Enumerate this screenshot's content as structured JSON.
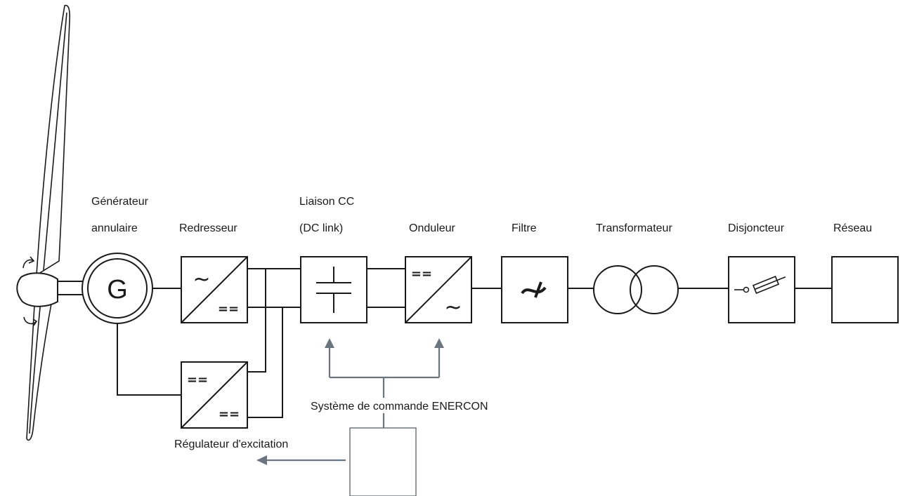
{
  "labels": {
    "generator_line1": "Générateur",
    "generator_line2": "annulaire",
    "generator_symbol": "G",
    "rectifier": "Redresseur",
    "dc_link_line1": "Liaison CC",
    "dc_link_line2": "(DC link)",
    "inverter": "Onduleur",
    "filter": "Filtre",
    "transformer": "Transformateur",
    "breaker": "Disjoncteur",
    "grid": "Réseau",
    "control_system": "Système de commande ENERCON",
    "excitation": "Régulateur d'excitation"
  },
  "symbols": {
    "ac": "~",
    "dc": "=="
  },
  "colors": {
    "line": "#1a1a1a",
    "control": "#6b7580",
    "background": "#ffffff"
  }
}
